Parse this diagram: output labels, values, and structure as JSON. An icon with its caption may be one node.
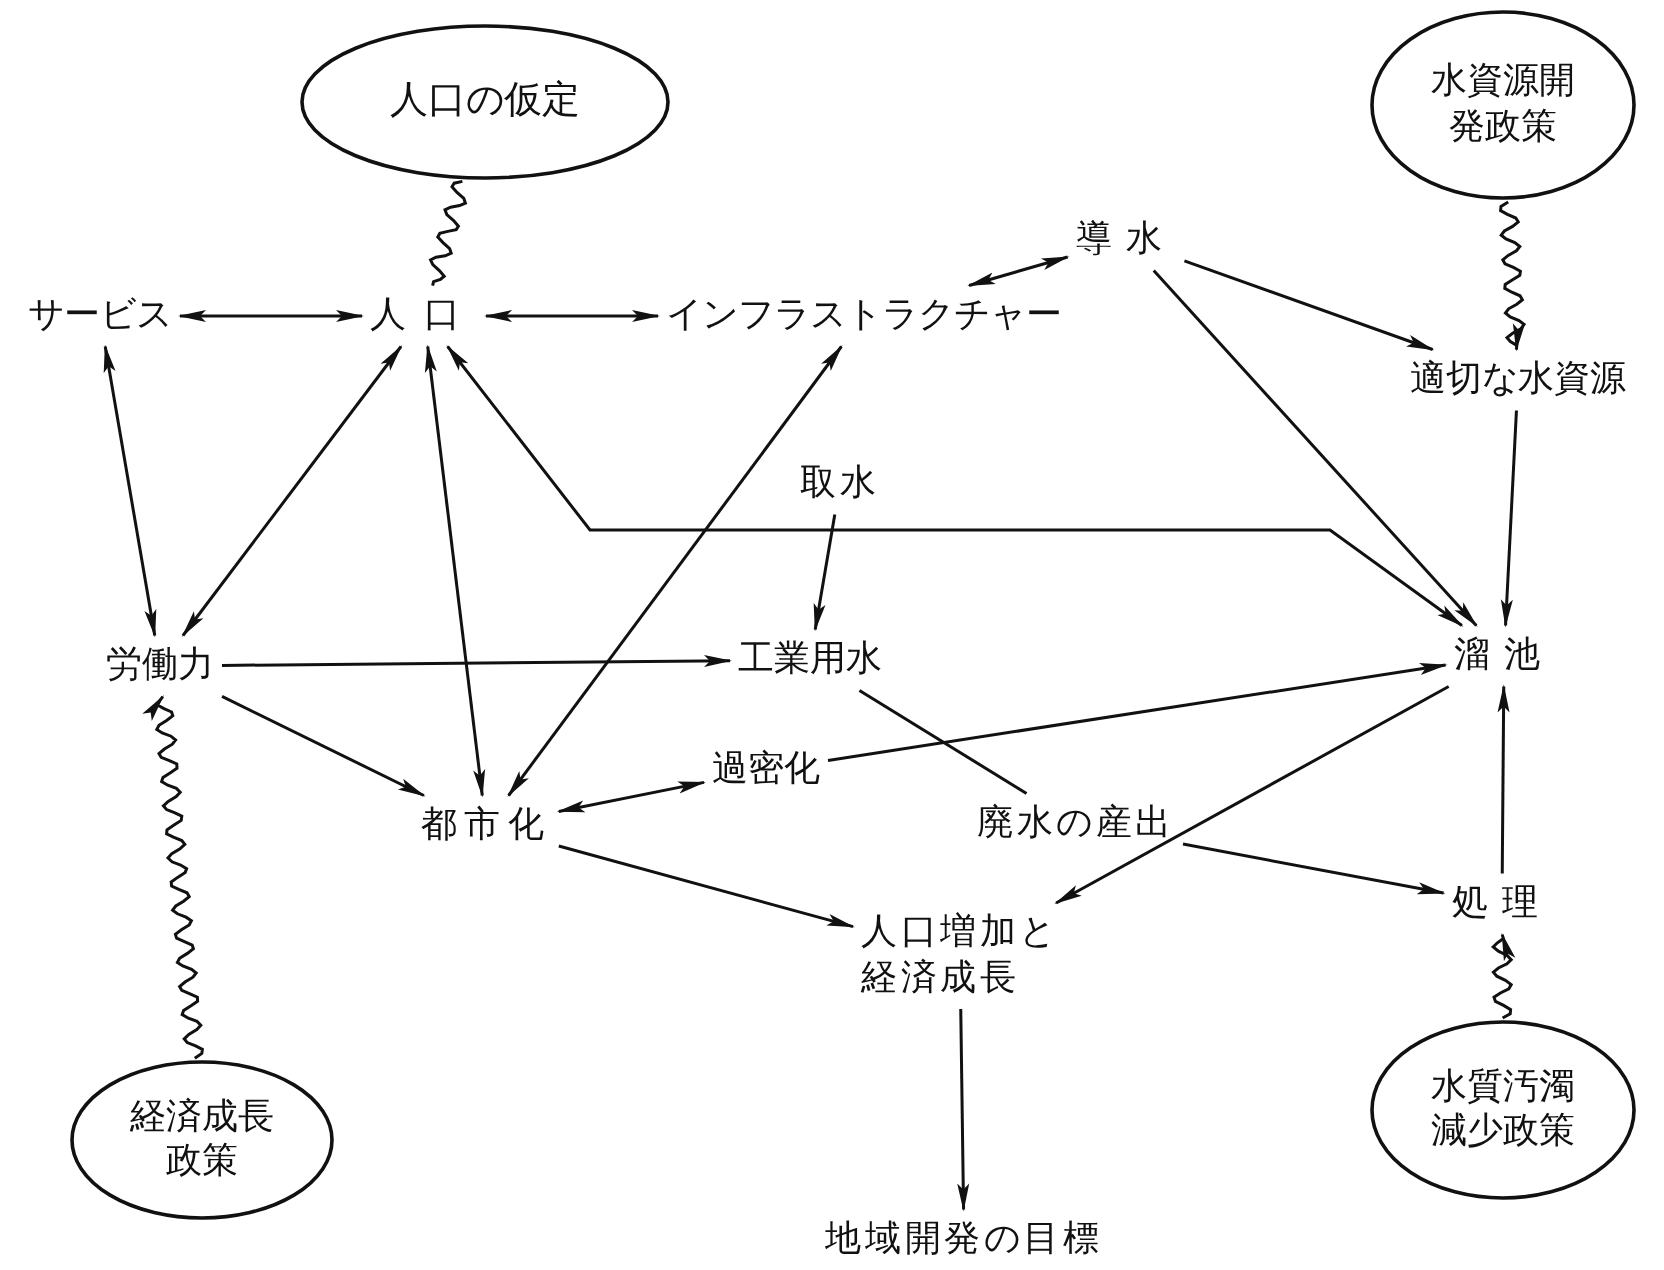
{
  "diagram": {
    "nodes": [
      {
        "text": [
          "人口の仮定"
        ]
      },
      {
        "text": [
          "水資源開発政策"
        ]
      },
      {
        "text": [
          "導水"
        ]
      },
      {
        "text": [
          "サービス"
        ]
      },
      {
        "text": [
          "人口"
        ]
      },
      {
        "text": [
          "インフラストラクチャー"
        ]
      },
      {
        "text": [
          "適切な水資源"
        ]
      },
      {
        "text": [
          "取水"
        ]
      },
      {
        "text": [
          "労働力"
        ]
      },
      {
        "text": [
          "工業用水"
        ]
      },
      {
        "text": [
          "溜池"
        ]
      },
      {
        "text": [
          "過密化"
        ]
      },
      {
        "text": [
          "都市化"
        ]
      },
      {
        "text": [
          "廃水の産出"
        ]
      },
      {
        "text": [
          "処理"
        ]
      },
      {
        "text": [
          "人口増加と経済成長"
        ]
      },
      {
        "text": [
          "経済成長政策"
        ]
      },
      {
        "text": [
          "水質汚濁減少政策"
        ]
      },
      {
        "text": [
          "地域開発の目標"
        ]
      }
    ],
    "edges": [
      {
        "from": 0,
        "to": 4,
        "arrow": "none"
      },
      {
        "from": 1,
        "to": 6,
        "arrow": "to"
      },
      {
        "from": 16,
        "to": 8,
        "arrow": "to"
      },
      {
        "from": 17,
        "to": 14,
        "arrow": "to"
      },
      {
        "from": 3,
        "to": 4,
        "arrow": "both"
      },
      {
        "from": 4,
        "to": 5,
        "arrow": "both"
      },
      {
        "from": 5,
        "to": 2,
        "arrow": "both"
      },
      {
        "from": 3,
        "to": 8,
        "arrow": "both"
      },
      {
        "from": 4,
        "to": 8,
        "arrow": "both"
      },
      {
        "from": 12,
        "to": 4,
        "arrow": "both"
      },
      {
        "from": 5,
        "to": 12,
        "arrow": "both"
      },
      {
        "from": 10,
        "to": 4,
        "arrow": "both"
      },
      {
        "from": 7,
        "to": 9,
        "arrow": "to"
      },
      {
        "from": 2,
        "to": 6,
        "arrow": "to"
      },
      {
        "from": 2,
        "to": 10,
        "arrow": "to"
      },
      {
        "from": 6,
        "to": 10,
        "arrow": "to"
      },
      {
        "from": 14,
        "to": 10,
        "arrow": "to"
      },
      {
        "from": 8,
        "to": 9,
        "arrow": "to"
      },
      {
        "from": 8,
        "to": 12,
        "arrow": "to"
      },
      {
        "from": 12,
        "to": 11,
        "arrow": "both"
      },
      {
        "from": 11,
        "to": 10,
        "arrow": "to"
      },
      {
        "from": 9,
        "to": 13,
        "arrow": "none"
      },
      {
        "from": 13,
        "to": 14,
        "arrow": "to"
      },
      {
        "from": 10,
        "to": 15,
        "arrow": "to"
      },
      {
        "from": 12,
        "to": 15,
        "arrow": "to"
      },
      {
        "from": 15,
        "to": 18,
        "arrow": "to"
      }
    ]
  }
}
